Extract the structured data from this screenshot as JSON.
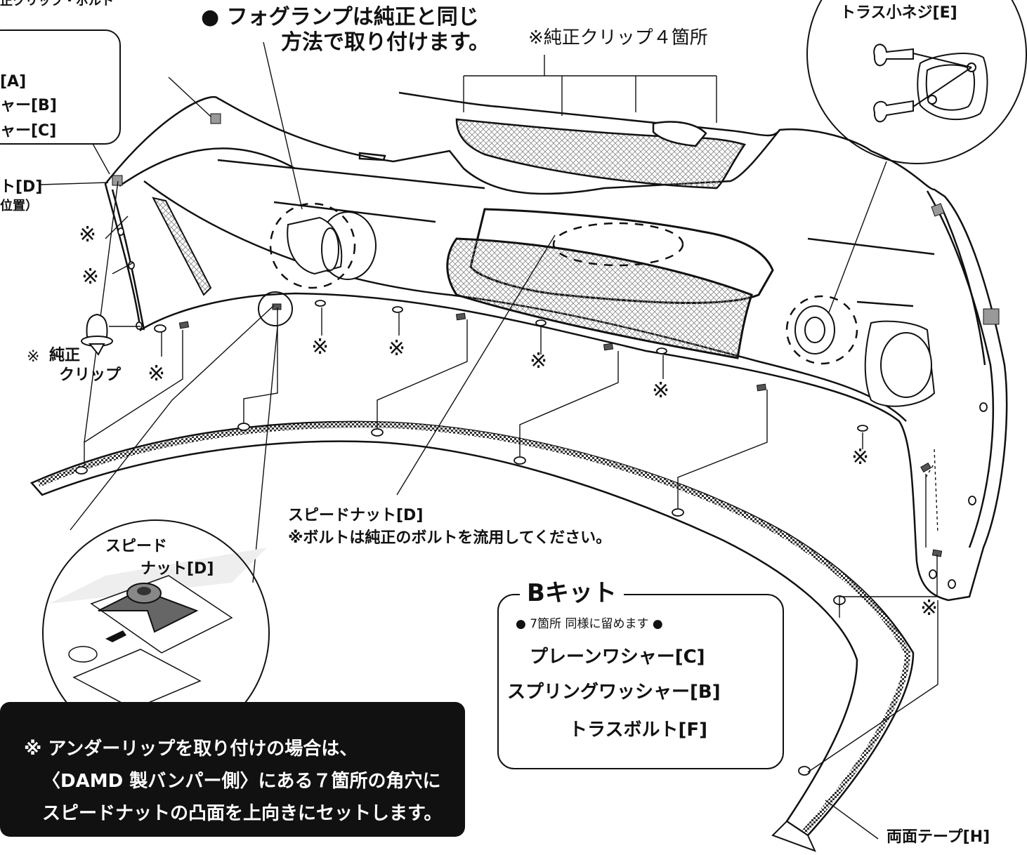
{
  "topleft": {
    "header_fragment": "正クリップ・ボルト",
    "bolt_a": "[A]",
    "washer_b": "ャー[B]",
    "washer_c": "ャー[C]"
  },
  "speed_nut_side": {
    "line1": "ト[D]",
    "line2": "位置）"
  },
  "fog_lamp_note": {
    "line1": "● フォグランプは純正と同じ",
    "line2": "方法で取り付けます。"
  },
  "clip_note": "※純正クリップ４箇所",
  "truss_screw_label": "トラス小ネジ[E]",
  "clip_callout": {
    "line1": "純正",
    "line2": "クリップ"
  },
  "marker": "※",
  "speed_nut_center": {
    "line1": "スピードナット[D]",
    "line2": "※ボルトは純正のボルトを流用してください。"
  },
  "zoom_speed_nut": {
    "line1": "スピード",
    "line2": "ナット[D]"
  },
  "b_kit": {
    "title": "Bキット",
    "subtitle": "● 7箇所 同様に留めます ●",
    "washer_c": "プレーンワシャー[C]",
    "washer_b": "スプリングワッシャー[B]",
    "bolt_f": "トラスボルト[F]"
  },
  "tape_label": "両面テープ[H]",
  "install_note": {
    "line1": "※ アンダーリップを取り付けの場合は、",
    "line2": "〈DAMD 製バンパー側〉にある７箇所の角穴に",
    "line3": "スピードナットの凸面を上向きにセットします。"
  }
}
